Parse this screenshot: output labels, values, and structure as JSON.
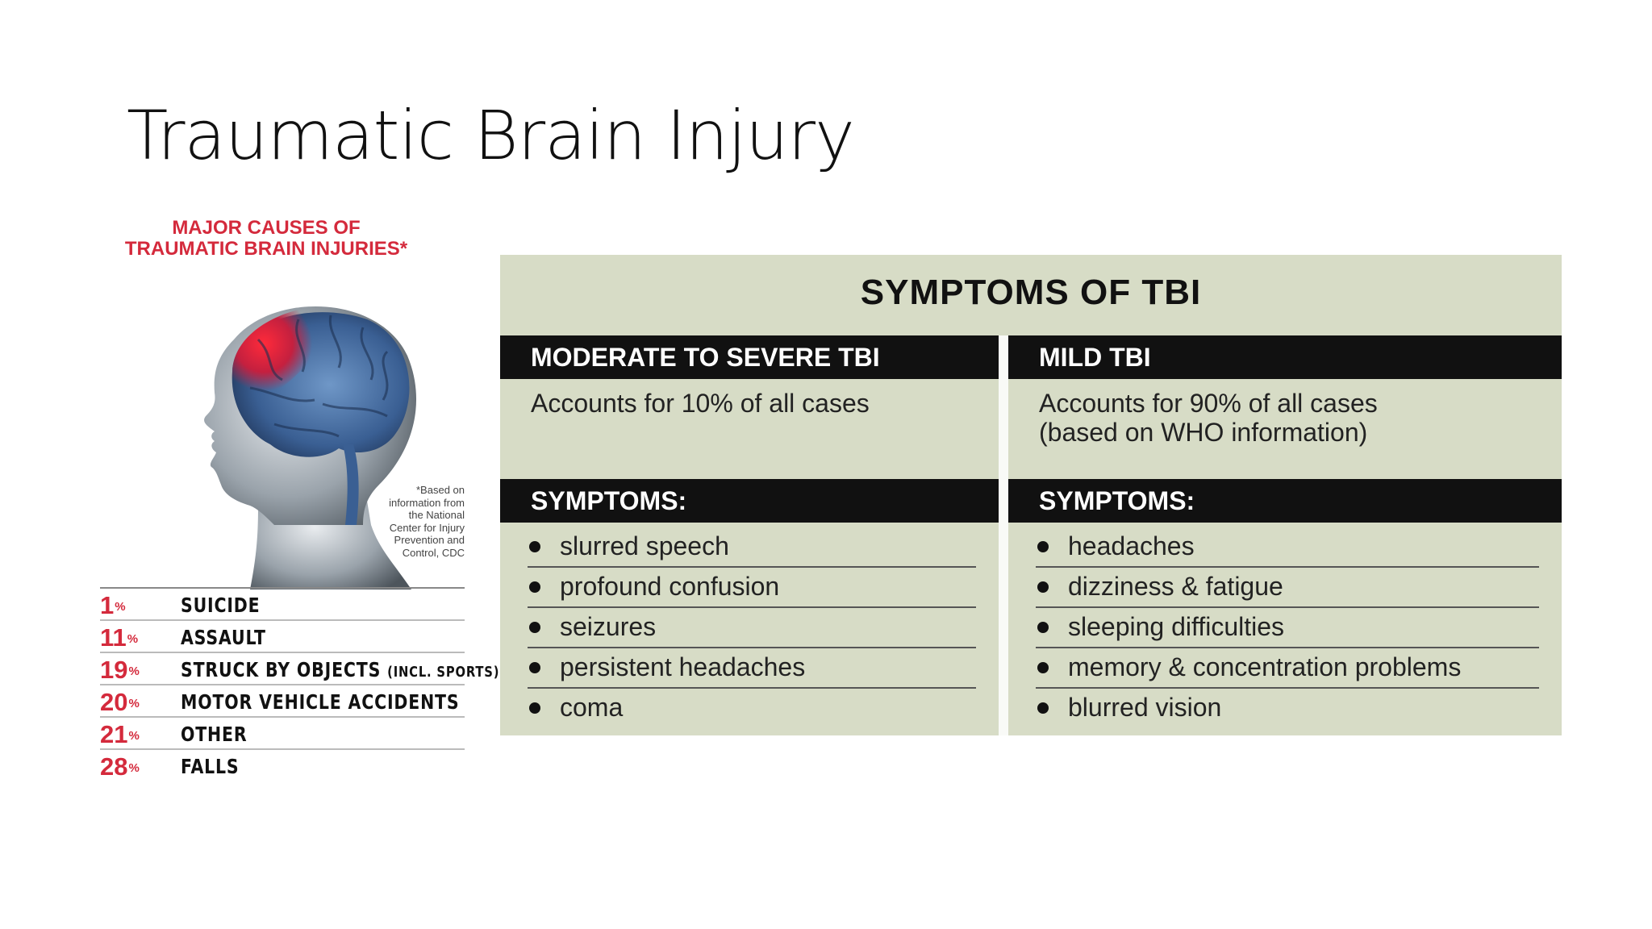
{
  "slide": {
    "title": "Traumatic Brain Injury"
  },
  "causes": {
    "heading_line1": "MAJOR CAUSES OF",
    "heading_line2": "TRAUMATIC BRAIN INJURIES*",
    "footnote": [
      "*Based on",
      "information from",
      "the National",
      "Center for Injury",
      "Prevention and",
      "Control, CDC"
    ],
    "items": [
      {
        "pct": "1",
        "label": "SUICIDE",
        "note": ""
      },
      {
        "pct": "11",
        "label": "ASSAULT",
        "note": ""
      },
      {
        "pct": "19",
        "label": "STRUCK BY OBJECTS",
        "note": "(INCL. SPORTS)"
      },
      {
        "pct": "20",
        "label": "MOTOR VEHICLE ACCIDENTS",
        "note": ""
      },
      {
        "pct": "21",
        "label": "OTHER",
        "note": ""
      },
      {
        "pct": "28",
        "label": "FALLS",
        "note": ""
      }
    ],
    "percent_sign": "%"
  },
  "symptoms_table": {
    "title": "SYMPTOMS OF TBI",
    "left": {
      "header": "MODERATE TO SEVERE TBI",
      "desc": [
        "Accounts for 10% of all cases"
      ],
      "symptoms_header": "SYMPTOMS:",
      "symptoms": [
        "slurred speech",
        "profound confusion",
        "seizures",
        "persistent headaches",
        "coma"
      ]
    },
    "right": {
      "header": "MILD TBI",
      "desc": [
        "Accounts for 90% of all cases",
        "(based on WHO information)"
      ],
      "symptoms_header": "SYMPTOMS:",
      "symptoms": [
        "headaches",
        "dizziness &  fatigue",
        "sleeping difficulties",
        "memory & concentration problems",
        "blurred vision"
      ]
    }
  },
  "colors": {
    "accent_red": "#d42a3c",
    "panel_bg": "#d7dcc6",
    "bar_black": "#111111"
  }
}
